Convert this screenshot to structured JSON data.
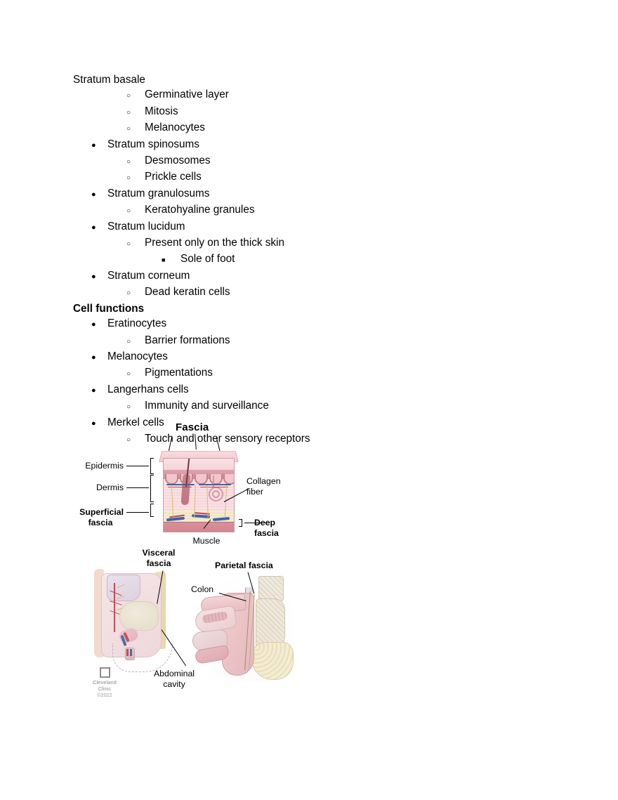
{
  "document": {
    "outline": [
      {
        "level": 0,
        "text": "Stratum basale",
        "bold": false
      },
      {
        "level": 2,
        "text": "Germinative layer",
        "bold": false
      },
      {
        "level": 2,
        "text": "Mitosis",
        "bold": false
      },
      {
        "level": 2,
        "text": "Melanocytes",
        "bold": false
      },
      {
        "level": 1,
        "text": "Stratum spinosums",
        "bold": false
      },
      {
        "level": 2,
        "text": "Desmosomes",
        "bold": false
      },
      {
        "level": 2,
        "text": "Prickle cells",
        "bold": false
      },
      {
        "level": 1,
        "text": "Stratum granulosums",
        "bold": false
      },
      {
        "level": 2,
        "text": "Keratohyaline granules",
        "bold": false
      },
      {
        "level": 1,
        "text": "Stratum lucidum",
        "bold": false
      },
      {
        "level": 2,
        "text": "Present only on the thick skin",
        "bold": false
      },
      {
        "level": 3,
        "text": "Sole of foot",
        "bold": false
      },
      {
        "level": 1,
        "text": "Stratum corneum",
        "bold": false
      },
      {
        "level": 2,
        "text": "Dead keratin cells",
        "bold": false
      },
      {
        "level": 0,
        "text": "Cell functions",
        "bold": true
      },
      {
        "level": 1,
        "text": "Eratinocytes",
        "bold": false
      },
      {
        "level": 2,
        "text": "Barrier formations",
        "bold": false
      },
      {
        "level": 1,
        "text": "Melanocytes",
        "bold": false
      },
      {
        "level": 2,
        "text": "Pigmentations",
        "bold": false
      },
      {
        "level": 1,
        "text": "Langerhans cells",
        "bold": false
      },
      {
        "level": 2,
        "text": "Immunity and surveillance",
        "bold": false
      },
      {
        "level": 1,
        "text": "Merkel cells",
        "bold": false
      },
      {
        "level": 2,
        "text": "Touch and other sensory receptors",
        "bold": false
      }
    ]
  },
  "figure": {
    "title": "Fascia",
    "labels": {
      "epidermis": "Epidermis",
      "dermis": "Dermis",
      "superficial_fascia_line1": "Superficial",
      "superficial_fascia_line2": "fascia",
      "collagen_line1": "Collagen",
      "collagen_line2": "fiber",
      "deep_fascia_line1": "Deep",
      "deep_fascia_line2": "fascia",
      "muscle": "Muscle",
      "visceral_line1": "Visceral",
      "visceral_line2": "fascia",
      "abdominal_line1": "Abdominal",
      "abdominal_line2": "cavity",
      "parietal_fascia": "Parietal fascia",
      "colon": "Colon"
    },
    "credit": {
      "name_line1": "Cleveland",
      "name_line2": "Clinic",
      "copyright": "©2022"
    },
    "colors": {
      "epidermis_upper": "#fae3e6",
      "epidermis_lower": "#dfa3ad",
      "dermis": "#f7d9de",
      "superficial_fascia": "#f0e2c3",
      "muscle": "#d48993",
      "artery": "#c0434f",
      "vein": "#3c64a8",
      "nerve": "#d8bb6a",
      "credit_gray": "#8d8d8d"
    }
  }
}
